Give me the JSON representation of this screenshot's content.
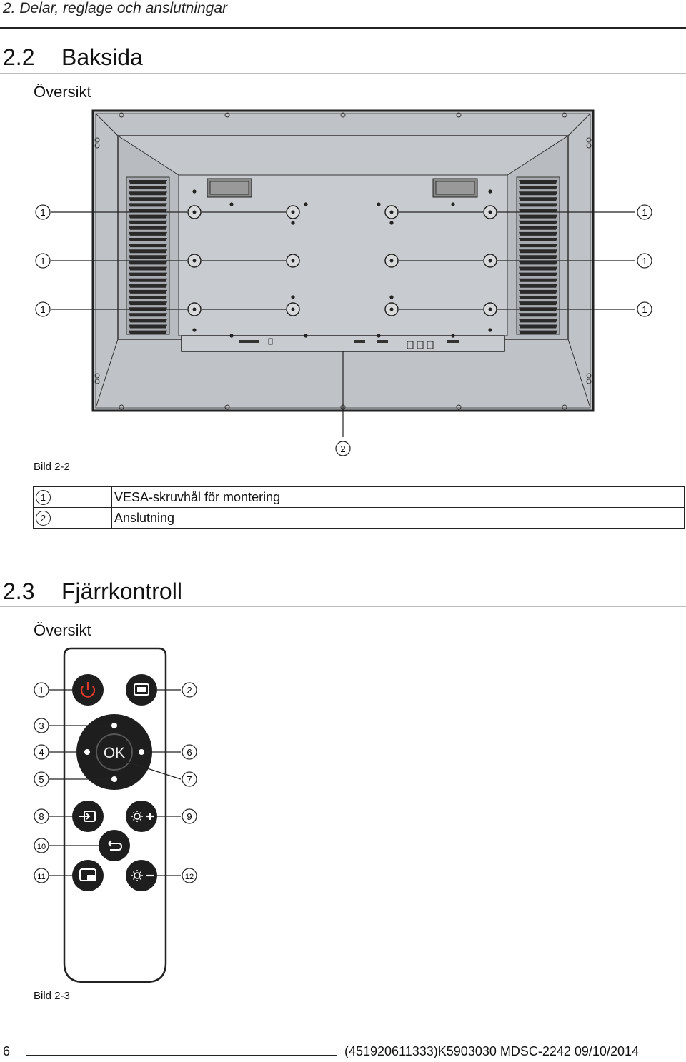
{
  "header": {
    "chapter": "2. Delar, reglage och anslutningar"
  },
  "section_back": {
    "number": "2.2",
    "title": "Baksida",
    "subtitle": "Översikt"
  },
  "back_figure": {
    "caption": "Bild 2-2",
    "callouts": [
      "1",
      "2"
    ]
  },
  "legend": [
    {
      "num": "1",
      "text": "VESA-skruvhål för montering"
    },
    {
      "num": "2",
      "text": "Anslutning"
    }
  ],
  "section_remote": {
    "number": "2.3",
    "title": "Fjärrkontroll",
    "subtitle": "Översikt"
  },
  "remote_figure": {
    "caption": "Bild 2-3",
    "ok_label": "OK",
    "callouts": [
      "1",
      "2",
      "3",
      "4",
      "5",
      "6",
      "7",
      "8",
      "9",
      "10",
      "11",
      "12"
    ]
  },
  "footer": {
    "page": "6",
    "doc": "(451920611333)K5903030   MDSC-2242   09/10/2014"
  }
}
